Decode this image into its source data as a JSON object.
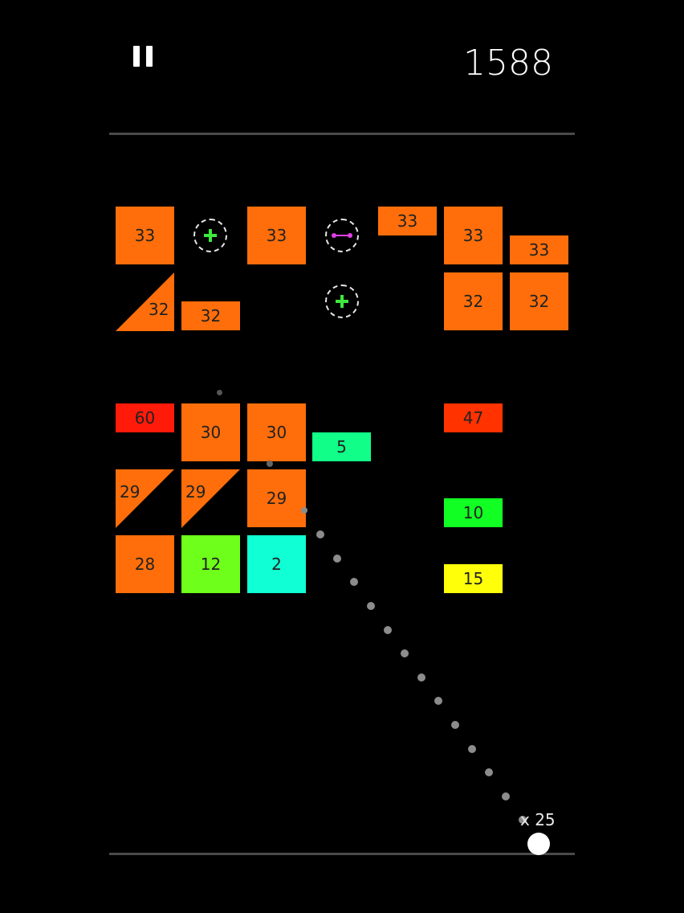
{
  "hud": {
    "score": "1588",
    "ball_count": "x 25"
  },
  "colors": {
    "orange": "#ff6e0a",
    "red": "#ff1a0a",
    "red_orange": "#ff3200",
    "lime": "#6eff1a",
    "green": "#11ff22",
    "mint": "#11ff88",
    "cyan": "#11ffd4",
    "yellow": "#ffff0a",
    "powerup_plus": "#3ee83e",
    "powerup_laser": "#e040e8"
  },
  "bricks": [
    {
      "value": "33",
      "color": "#ff6e0a"
    },
    {
      "value": "33",
      "color": "#ff6e0a"
    },
    {
      "value": "33",
      "color": "#ff6e0a"
    },
    {
      "value": "33",
      "color": "#ff6e0a"
    },
    {
      "value": "33",
      "color": "#ff6e0a"
    },
    {
      "value": "32",
      "color": "#ff6e0a"
    },
    {
      "value": "32",
      "color": "#ff6e0a"
    },
    {
      "value": "32",
      "color": "#ff6e0a"
    },
    {
      "value": "60",
      "color": "#ff1a0a"
    },
    {
      "value": "30",
      "color": "#ff6e0a"
    },
    {
      "value": "30",
      "color": "#ff6e0a"
    },
    {
      "value": "5",
      "color": "#11ff88"
    },
    {
      "value": "47",
      "color": "#ff3200"
    },
    {
      "value": "29",
      "color": "#ff6e0a"
    },
    {
      "value": "10",
      "color": "#11ff22"
    },
    {
      "value": "28",
      "color": "#ff6e0a"
    },
    {
      "value": "12",
      "color": "#6eff1a"
    },
    {
      "value": "2",
      "color": "#11ffd4"
    },
    {
      "value": "15",
      "color": "#ffff0a"
    }
  ],
  "triangles": [
    {
      "value": "32",
      "color": "#ff6e0a"
    },
    {
      "value": "29",
      "color": "#ff6e0a"
    },
    {
      "value": "29",
      "color": "#ff6e0a"
    }
  ],
  "powerups": [
    {
      "icon": "plus-icon",
      "color": "#3ee83e"
    },
    {
      "icon": "laser-icon",
      "color": "#e040e8"
    },
    {
      "icon": "plus-icon",
      "color": "#3ee83e"
    }
  ]
}
